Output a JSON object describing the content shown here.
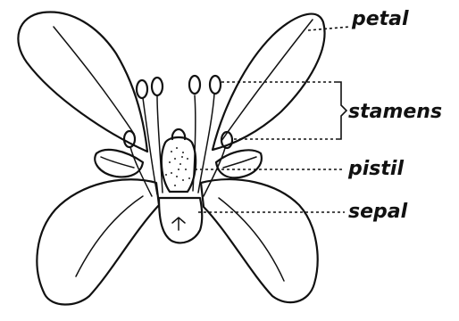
{
  "diagram": {
    "labels": {
      "petal": "petal",
      "stamens": "stamens",
      "pistil": "pistil",
      "sepal": "sepal"
    },
    "colors": {
      "ink": "#111111",
      "background": "#ffffff"
    }
  }
}
